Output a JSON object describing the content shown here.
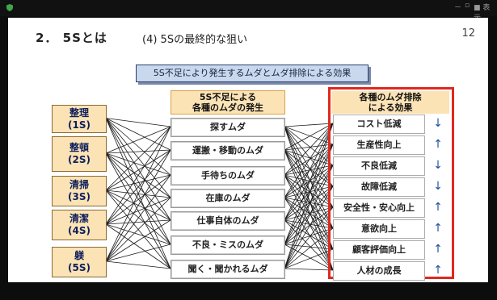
{
  "window": {
    "ctrl_minimize": "－",
    "ctrl_restore": "▫",
    "ctrl_label": "■ 表示"
  },
  "slide": {
    "section_title": "2． 5Sとは",
    "subtitle": "(4) 5Sの最終的な狙い",
    "page_number": "12",
    "banner": "5S不足により発生するムダとムダ排除による効果",
    "mid_header": [
      "5S不足による",
      "各種のムダの発生"
    ],
    "right_header": [
      "各種のムダ排除",
      "による効果"
    ],
    "categories": [
      {
        "name": "整理",
        "code": "(1S)"
      },
      {
        "name": "整頓",
        "code": "(2S)"
      },
      {
        "name": "清掃",
        "code": "(3S)"
      },
      {
        "name": "清潔",
        "code": "(4S)"
      },
      {
        "name": "躾",
        "code": "(5S)"
      }
    ],
    "wastes": [
      "探すムダ",
      "運搬・移動のムダ",
      "手待ちのムダ",
      "在庫のムダ",
      "仕事自体のムダ",
      "不良・ミスのムダ",
      "聞く・聞かれるムダ"
    ],
    "effects": [
      {
        "label": "コスト低減",
        "arrow": "↓"
      },
      {
        "label": "生産性向上",
        "arrow": "↑"
      },
      {
        "label": "不良低減",
        "arrow": "↓"
      },
      {
        "label": "故障低減",
        "arrow": "↓"
      },
      {
        "label": "安全性・安心向上",
        "arrow": "↑"
      },
      {
        "label": "意欲向上",
        "arrow": "↑"
      },
      {
        "label": "顧客評価向上",
        "arrow": "↑"
      },
      {
        "label": "人材の成長",
        "arrow": "↑"
      }
    ],
    "colors": {
      "header_fill": "#fbe3b5",
      "category_text": "#0f1f5c",
      "effect_border": "#e0281e",
      "arrow": "#1d4e9c"
    }
  }
}
